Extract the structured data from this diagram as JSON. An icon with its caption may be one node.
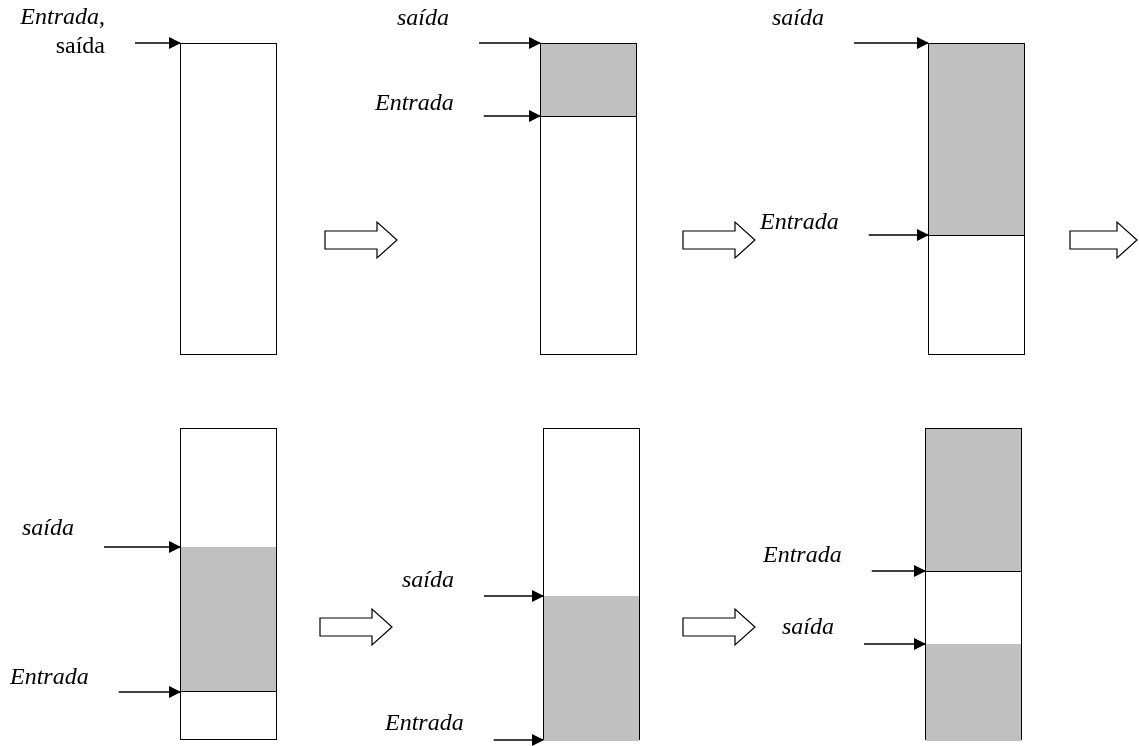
{
  "diagram": {
    "nodes": [
      {
        "text": [],
        "shape": "box"
      },
      {
        "text": [
          "*Entrada*, saída"
        ]
      },
      {
        "text": [],
        "shape": "box"
      },
      {
        "text": [],
        "shape": "box",
        "in": 2
      },
      {
        "text": [
          "saída"
        ]
      },
      {
        "text": [
          "Entrada"
        ]
      },
      {
        "text": [],
        "shape": "box"
      },
      {
        "text": [],
        "shape": "box",
        "in": 6
      },
      {
        "text": [
          "saída"
        ]
      },
      {
        "text": [
          "Entrada"
        ]
      },
      {
        "text": [],
        "shape": "box"
      },
      {
        "text": [],
        "shape": "box",
        "in": 10
      },
      {
        "text": [
          "saída"
        ]
      },
      {
        "text": [
          "Entrada"
        ]
      },
      {
        "text": [],
        "shape": "box"
      },
      {
        "text": [],
        "shape": "box",
        "in": 14
      },
      {
        "text": [
          "saída"
        ]
      },
      {
        "text": [
          "Entrada"
        ]
      },
      {
        "text": [],
        "shape": "box"
      },
      {
        "text": [],
        "shape": "box",
        "in": 18
      },
      {
        "text": [],
        "shape": "box",
        "in": 18
      },
      {
        "text": [
          "Entrada"
        ]
      },
      {
        "text": [
          "saída"
        ]
      }
    ],
    "edges": [
      {
        "from": 1,
        "to": 0,
        "arrow": "to"
      },
      {
        "from": 4,
        "to": 2,
        "arrow": "to"
      },
      {
        "from": 5,
        "to": 2,
        "arrow": "to"
      },
      {
        "from": 8,
        "to": 6,
        "arrow": "to"
      },
      {
        "from": 9,
        "to": 6,
        "arrow": "to"
      },
      {
        "from": 12,
        "to": 10,
        "arrow": "to"
      },
      {
        "from": 13,
        "to": 10,
        "arrow": "to"
      },
      {
        "from": 16,
        "to": 14,
        "arrow": "to"
      },
      {
        "from": 17,
        "to": 14,
        "arrow": "to"
      },
      {
        "from": 21,
        "to": 18,
        "arrow": "to"
      },
      {
        "from": 22,
        "to": 18,
        "arrow": "to"
      }
    ]
  }
}
